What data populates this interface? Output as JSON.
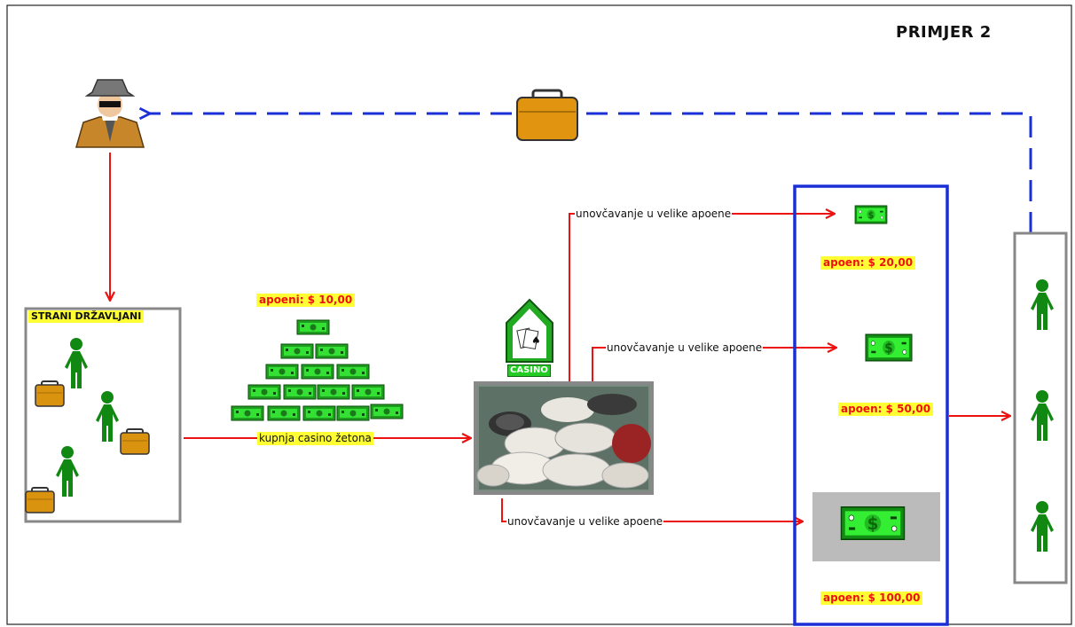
{
  "title": "PRIMJER 2",
  "group_label": "STRANI DRŽAVLJANI",
  "denomination_small": "apoeni: $ 10,00",
  "buy_label": "kupnja casino žetona",
  "casino_label": "CASINO",
  "cashout_label": "unovčavanje u velike apoene",
  "outputs": [
    {
      "denomination": "apoen: $ 20,00"
    },
    {
      "denomination": "apoen: $ 50,00"
    },
    {
      "denomination": "apoen: $ 100,00"
    }
  ],
  "colors": {
    "flow_arrow": "#ee1111",
    "return_arrow": "#1a2fd6",
    "output_box": "#1a2fd6",
    "person": "#118811",
    "money": "#22dd22",
    "briefcase": "#d9930f",
    "label_bg": "#ffff33"
  },
  "icons": [
    "spy-icon",
    "briefcase-icon",
    "person-icon",
    "banknote-icon",
    "casino-icon",
    "casino-chips-photo"
  ]
}
